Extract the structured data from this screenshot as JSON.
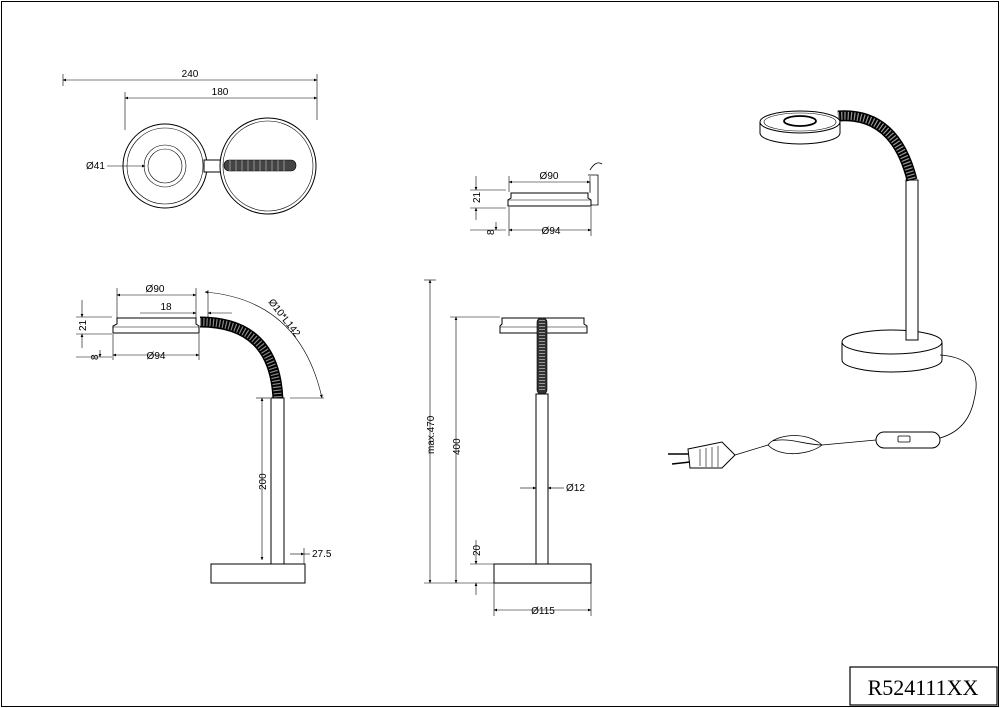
{
  "drawing": {
    "code": "R524111XX",
    "top_view": {
      "width_total": "240",
      "width_inner": "180",
      "diameter_light": "Ø41"
    },
    "head_view": {
      "diameter_top": "Ø90",
      "height_head": "21",
      "height_ring": "8",
      "diameter_bottom": "Ø94"
    },
    "side_view": {
      "diameter_top": "Ø90",
      "offset": "18",
      "height_head": "21",
      "height_ring": "8",
      "diameter_bottom": "Ø94",
      "gooseneck": "Ø10*L142",
      "stem_height": "200",
      "base_offset": "27.5"
    },
    "front_view": {
      "max_height": "max.470",
      "height": "400",
      "base_height": "20",
      "stem_diameter": "Ø12",
      "base_diameter": "Ø115"
    }
  }
}
